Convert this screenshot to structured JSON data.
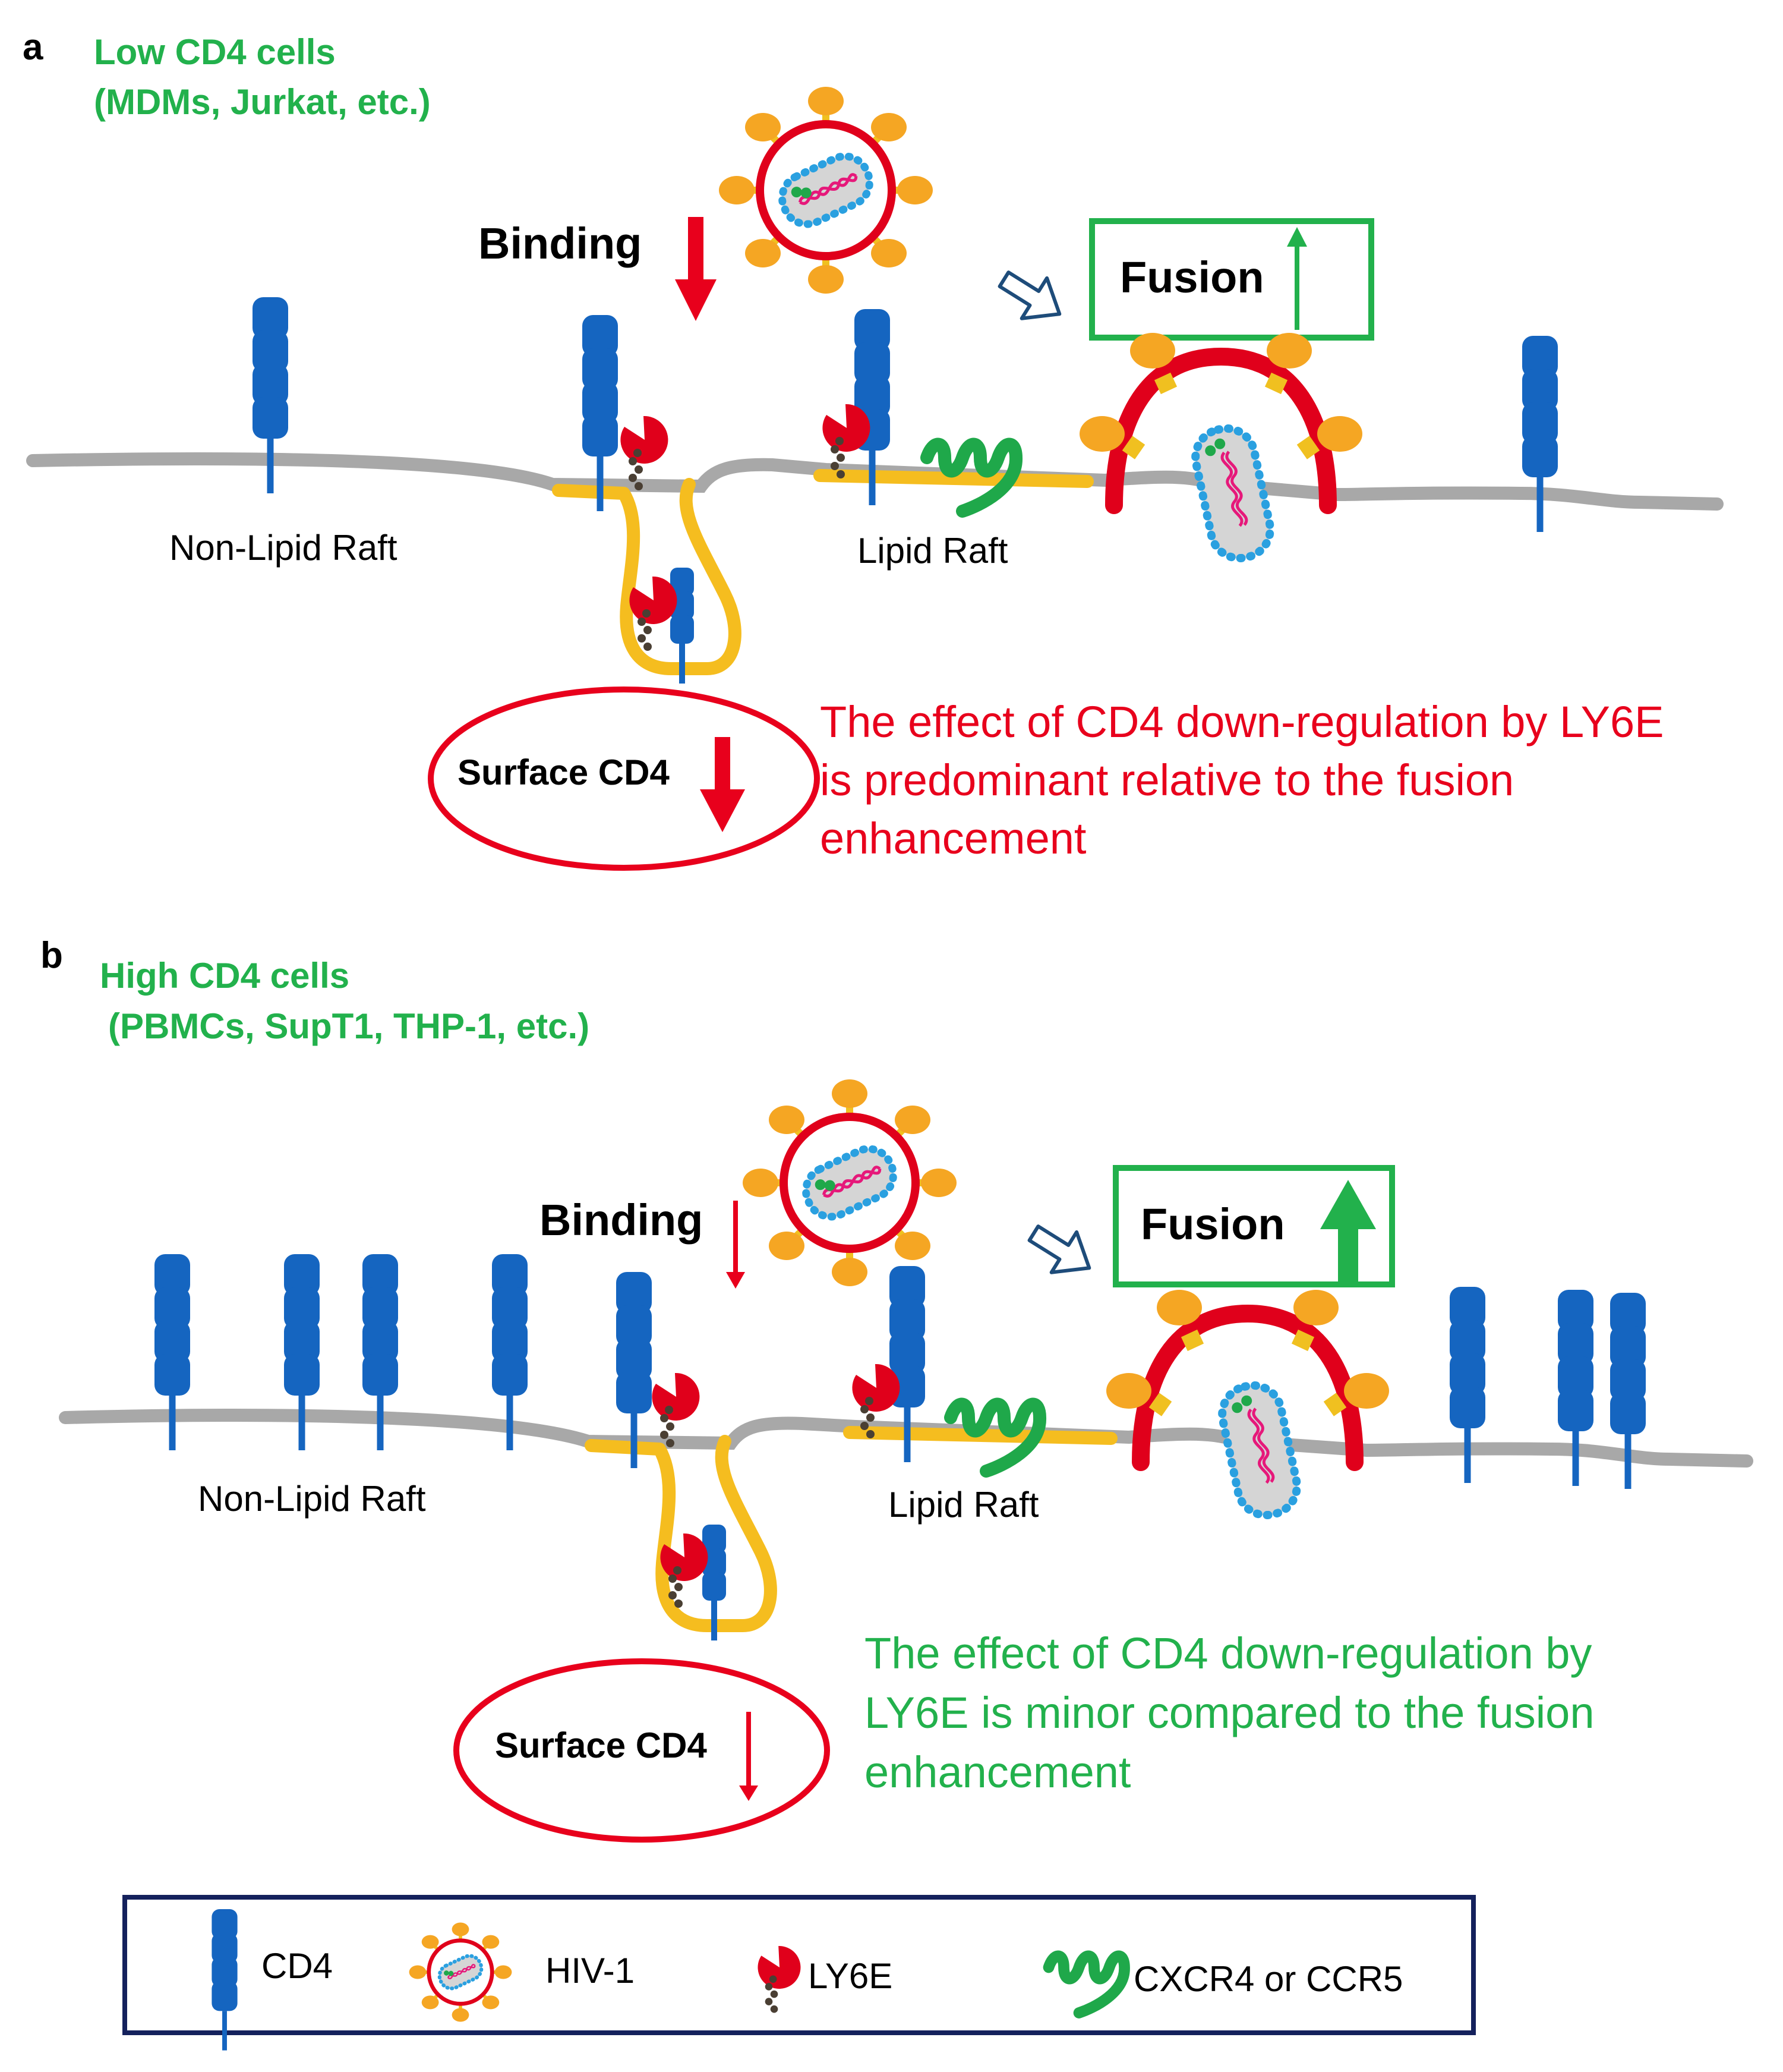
{
  "panel_a": {
    "letter": "a",
    "cell_type": "Low CD4 cells",
    "cell_examples": "(MDMs, Jurkat, etc.)",
    "binding_label": "Binding",
    "fusion_label": "Fusion",
    "non_lipid_raft_label": "Non-Lipid Raft",
    "lipid_raft_label": "Lipid Raft",
    "surface_cd4_label": "Surface CD4",
    "conclusion_lines": [
      "The effect of CD4 down-regulation by LY6E",
      "is predominant relative to the fusion",
      "enhancement"
    ]
  },
  "panel_b": {
    "letter": "b",
    "cell_type": "High CD4 cells",
    "cell_examples": "(PBMCs, SupT1, THP-1, etc.)",
    "binding_label": "Binding",
    "fusion_label": "Fusion",
    "non_lipid_raft_label": "Non-Lipid Raft",
    "lipid_raft_label": "Lipid Raft",
    "surface_cd4_label": "Surface CD4",
    "conclusion_lines": [
      "The effect of CD4 down-regulation by",
      "LY6E is minor compared to the fusion",
      "enhancement"
    ]
  },
  "legend": {
    "cd4": "CD4",
    "hiv": "HIV-1",
    "ly6e": "LY6E",
    "receptor": "CXCR4 or CCR5"
  },
  "colors": {
    "cd4_blue": "#1565c0",
    "membrane_grey": "#a8a8a8",
    "lipid_raft_yellow": "#f5bd1f",
    "ly6e_red": "#e0001b",
    "receptor_green": "#1fa84a",
    "caption_green": "#22b14c",
    "warning_red": "#e8001c",
    "fusion_box_green": "#22b14c",
    "legend_border": "#14215c"
  }
}
